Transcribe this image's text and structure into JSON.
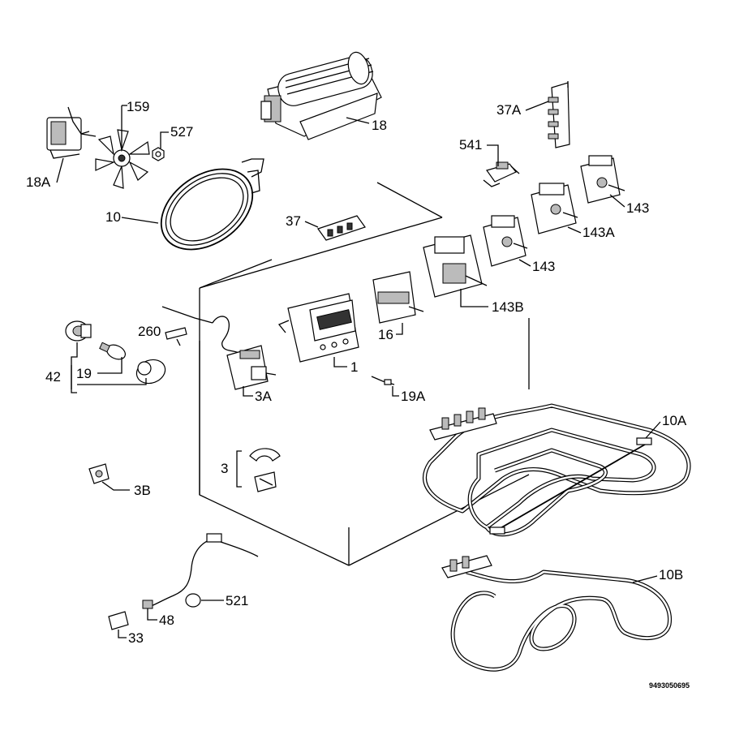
{
  "labels": {
    "l18A": "18A",
    "l159": "159",
    "l527": "527",
    "l10": "10",
    "l18": "18",
    "l37A": "37A",
    "l541": "541",
    "l37": "37",
    "l143top": "143",
    "l143A": "143A",
    "l143mid": "143",
    "l143B": "143B",
    "l16": "16",
    "l260": "260",
    "l1": "1",
    "l42": "42",
    "l19": "19",
    "l3A": "3A",
    "l19A": "19A",
    "l10A": "10A",
    "l3": "3",
    "l3B": "3B",
    "l521": "521",
    "l48": "48",
    "l33": "33",
    "l10B": "10B"
  },
  "drawing_number": "9493050695"
}
